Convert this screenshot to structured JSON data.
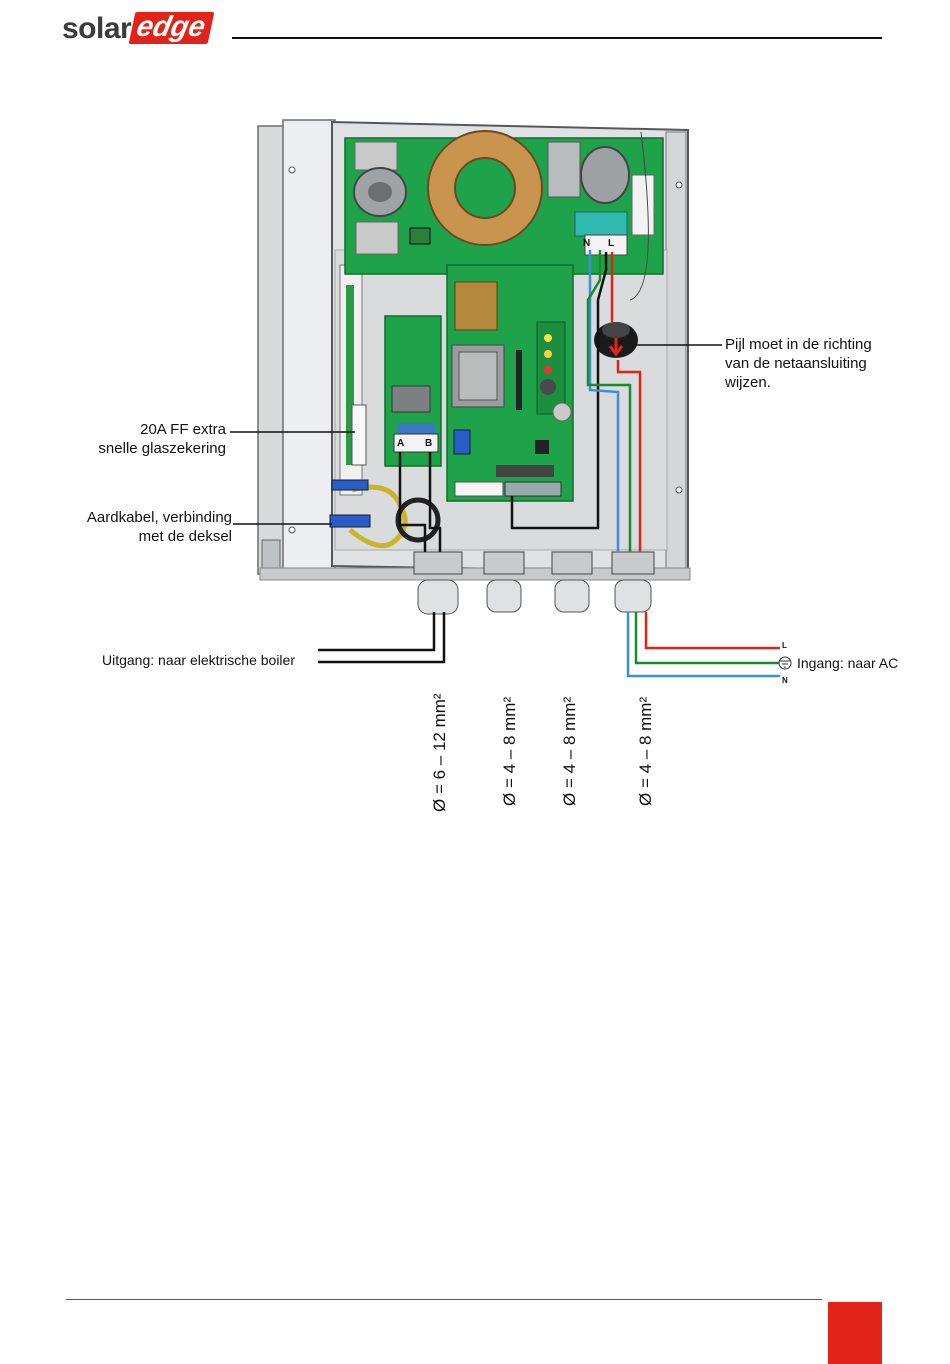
{
  "header": {
    "logo_solar": "solar",
    "logo_edge": "edge"
  },
  "labels": {
    "fuse": [
      "20A FF extra",
      "snelle glaszekering"
    ],
    "ground": [
      "Aardkabel, verbinding",
      "met de deksel"
    ],
    "arrow_note": [
      "Pijl moet in de richting",
      "van de netaansluiting",
      "wijzen."
    ],
    "output": "Uitgang: naar elektrische boiler",
    "input": "Ingang: naar AC",
    "terminal_l": "L",
    "terminal_n": "N",
    "block_n": "N",
    "block_l": "L",
    "block_a": "A",
    "block_b": "B"
  },
  "cable_sizes": [
    "Ø = 6 – 12 mm²",
    "Ø = 4 – 8 mm²",
    "Ø = 4 – 8 mm²",
    "Ø = 4 – 8 mm²"
  ],
  "colors": {
    "brand_red": "#e2231a",
    "pcb_green": "#1fa34a",
    "wire_red": "#e2231a",
    "wire_green": "#1a8a2e",
    "wire_blue": "#3a8fd9",
    "wire_black": "#111111"
  }
}
